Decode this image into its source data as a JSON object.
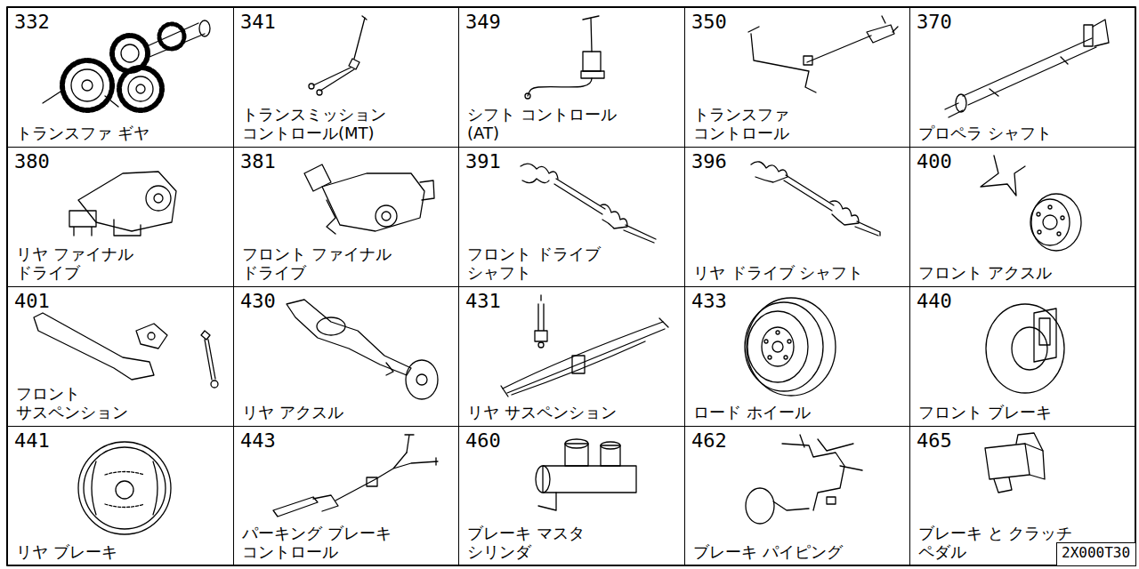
{
  "diagram": {
    "nodes": [
      {
        "text": [
          "332",
          "トランスファ ギヤ"
        ]
      },
      {
        "text": [
          "341",
          "トランスミッション コントロール(MT)"
        ]
      },
      {
        "text": [
          "349",
          "シフト コントロール (AT)"
        ]
      },
      {
        "text": [
          "350",
          "トランスファ コントロール"
        ]
      },
      {
        "text": [
          "370",
          "プロペラ シャフト"
        ]
      },
      {
        "text": [
          "380",
          "リヤ ファイナル ドライブ"
        ]
      },
      {
        "text": [
          "381",
          "フロント ファイナル ドライブ"
        ]
      },
      {
        "text": [
          "391",
          "フロント ドライブ シャフト"
        ]
      },
      {
        "text": [
          "396",
          "リヤ ドライブ シャフト"
        ]
      },
      {
        "text": [
          "400",
          "フロント アクスル"
        ]
      },
      {
        "text": [
          "401",
          "フロント サスペンション"
        ]
      },
      {
        "text": [
          "430",
          "リヤ アクスル"
        ]
      },
      {
        "text": [
          "431",
          "リヤ サスペンション"
        ]
      },
      {
        "text": [
          "433",
          "ロード ホイール"
        ]
      },
      {
        "text": [
          "440",
          "フロント ブレーキ"
        ]
      },
      {
        "text": [
          "441",
          "リヤ ブレーキ"
        ]
      },
      {
        "text": [
          "443",
          "パーキング ブレーキ コントロール"
        ]
      },
      {
        "text": [
          "460",
          "ブレーキ マスタ シリンダ"
        ]
      },
      {
        "text": [
          "462",
          "ブレーキ パイピング"
        ]
      },
      {
        "text": [
          "465",
          "ブレーキ と クラッチ ペダル"
        ]
      },
      {
        "text": [
          "2X000T30"
        ]
      }
    ]
  }
}
